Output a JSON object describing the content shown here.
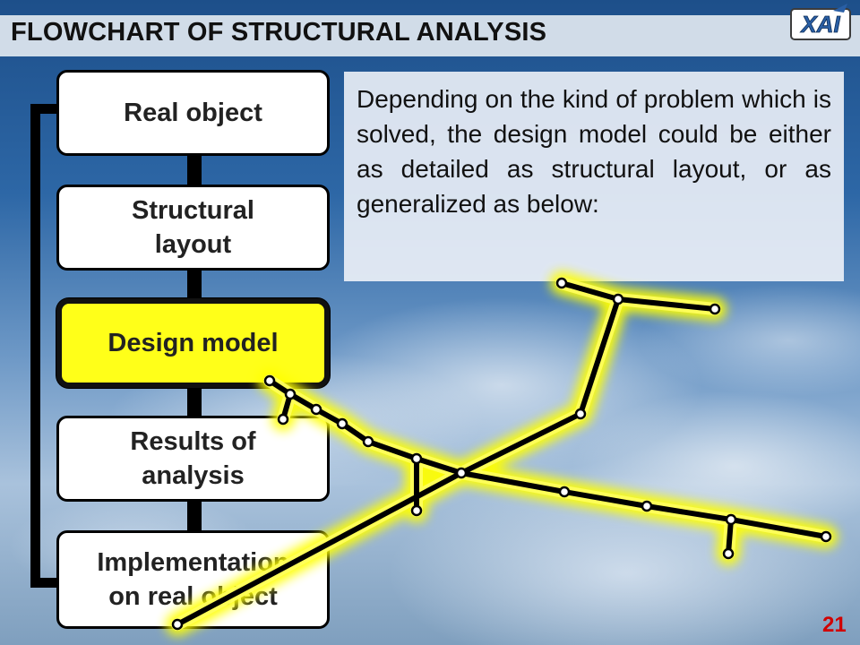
{
  "header": {
    "title": "FLOWCHART OF STRUCTURAL ANALYSIS",
    "logo_text": "XAI"
  },
  "flowchart": {
    "steps": [
      {
        "label": "Real object",
        "highlighted": false
      },
      {
        "label": "Structural\nlayout",
        "highlighted": false
      },
      {
        "label": "Design model",
        "highlighted": true
      },
      {
        "label": "Results of\nanalysis",
        "highlighted": false
      },
      {
        "label": "Implementation\non real object",
        "highlighted": false
      }
    ],
    "highlight_color": "#ffff19"
  },
  "note": {
    "text": "Depending on the kind of problem which is solved, the design model could be either as detailed as structural layout, or as generalized as below:"
  },
  "footer": {
    "page_number": "21",
    "page_number_color": "#d10000"
  },
  "design_model_graph": {
    "glow_color": "#ffff00",
    "line_color": "#000000",
    "node_color": "#ffffff"
  }
}
